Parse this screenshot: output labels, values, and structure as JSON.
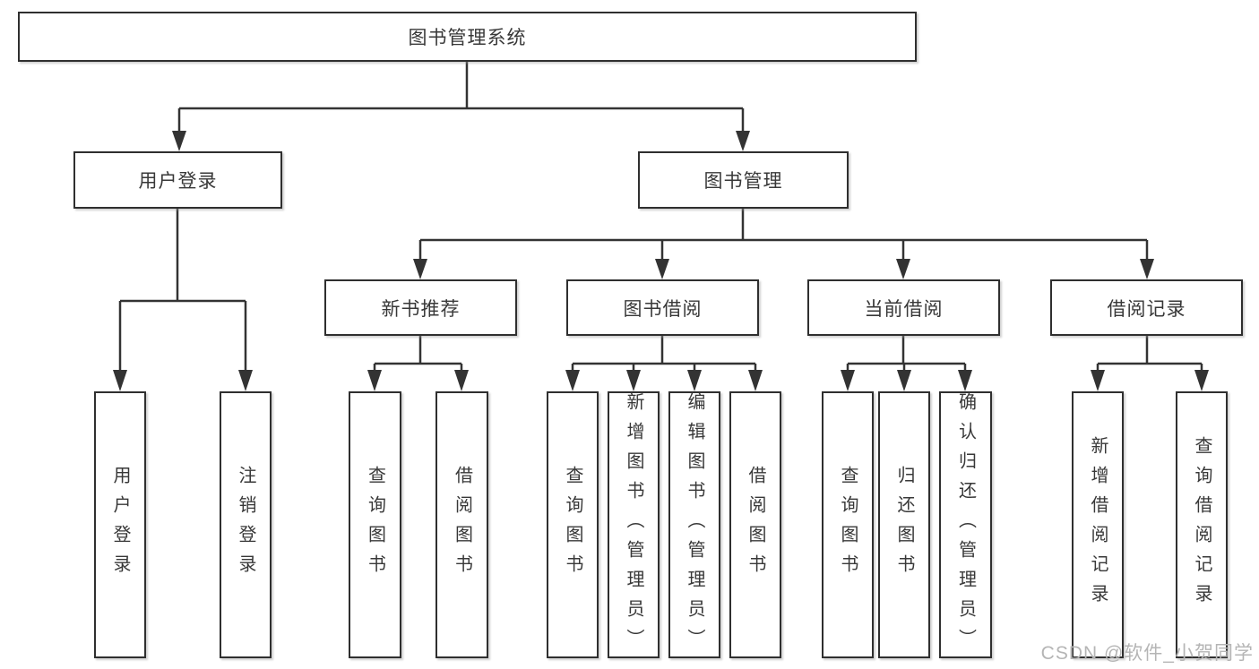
{
  "diagram": {
    "root": "图书管理系统",
    "level2": [
      "用户登录",
      "图书管理"
    ],
    "level3": [
      "新书推荐",
      "图书借阅",
      "当前借阅",
      "借阅记录"
    ],
    "leaves_user_login": [
      "用户登录",
      "注销登录"
    ],
    "leaves_new_book": [
      "查询图书",
      "借阅图书"
    ],
    "leaves_book_borrow": [
      "查询图书",
      "新增图书（管理员）",
      "编辑图书（管理员）",
      "借阅图书"
    ],
    "leaves_current_borrow": [
      "查询图书",
      "归还图书",
      "确认归还（管理员）"
    ],
    "leaves_borrow_record": [
      "新增借阅记录",
      "查询借阅记录"
    ]
  },
  "watermark": "CSDN @软件_小贺同学",
  "colors": {
    "line": "#333333",
    "box_border": "#2f2f2f",
    "text": "#383838",
    "watermark": "#b5b5b5",
    "background": "#ffffff"
  }
}
